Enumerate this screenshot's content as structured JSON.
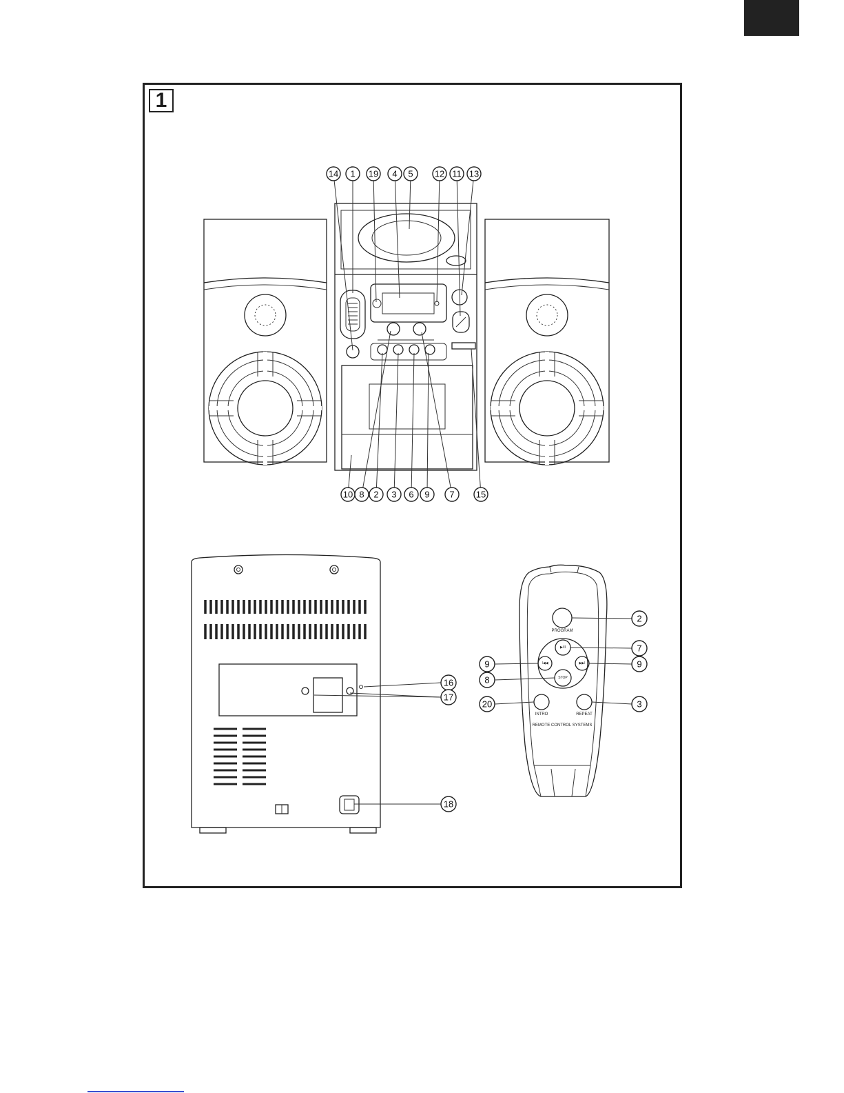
{
  "figure": {
    "number": "1"
  },
  "front_view": {
    "callouts_top": [
      "14",
      "1",
      "19",
      "4",
      "5",
      "12",
      "11",
      "13"
    ],
    "callouts_bottom": [
      "10",
      "8",
      "2",
      "3",
      "6",
      "9",
      "7",
      "15"
    ]
  },
  "rear_view": {
    "callouts": [
      "16",
      "17",
      "18"
    ]
  },
  "remote": {
    "buttons": {
      "program": "PROGRAM",
      "play_pause": "▶/II",
      "prev": "I◀◀",
      "next": "▶▶I",
      "stop": "STOP",
      "intro": "INTRO",
      "repeat": "REPEAT"
    },
    "caption": "REMOTE CONTROL SYSTEMS",
    "callouts": [
      "2",
      "7",
      "9",
      "9",
      "8",
      "20",
      "3"
    ]
  }
}
